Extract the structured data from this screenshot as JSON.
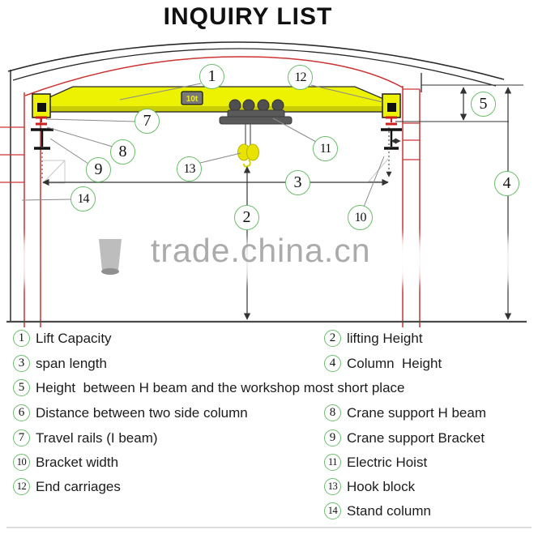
{
  "header": {
    "title": "INQUIRY LIST"
  },
  "watermark": {
    "text": "trade.china.cn"
  },
  "diagram": {
    "capacity_label": "10t",
    "callouts": {
      "c1": "1",
      "c2": "2",
      "c3": "3",
      "c4": "4",
      "c5": "5",
      "c7": "7",
      "c8": "8",
      "c9": "9",
      "c10": "10",
      "c11": "11",
      "c12": "12",
      "c13": "13",
      "c14": "14"
    }
  },
  "legend": {
    "items": [
      {
        "num": "1",
        "label": "Lift Capacity"
      },
      {
        "num": "2",
        "label": "lifting Height"
      },
      {
        "num": "3",
        "label": "span length"
      },
      {
        "num": "4",
        "label": "Column  Height"
      },
      {
        "num": "5",
        "label": "Height  between H beam and the workshop most short place"
      },
      {
        "num": "6",
        "label": "Distance between two side column"
      },
      {
        "num": "7",
        "label": "Travel rails (I beam)"
      },
      {
        "num": "8",
        "label": "Crane support H beam"
      },
      {
        "num": "9",
        "label": "Crane support Bracket"
      },
      {
        "num": "10",
        "label": "Bracket width"
      },
      {
        "num": "11",
        "label": "Electric Hoist"
      },
      {
        "num": "12",
        "label": "End carriages"
      },
      {
        "num": "13",
        "label": "Hook block"
      },
      {
        "num": "14",
        "label": "Stand column"
      }
    ]
  },
  "colors": {
    "accent_green": "#6cbd6c",
    "structure_red": "#cc3333",
    "girder_yellow": "#edf203",
    "watermark_gray": "#9d9d9d"
  }
}
